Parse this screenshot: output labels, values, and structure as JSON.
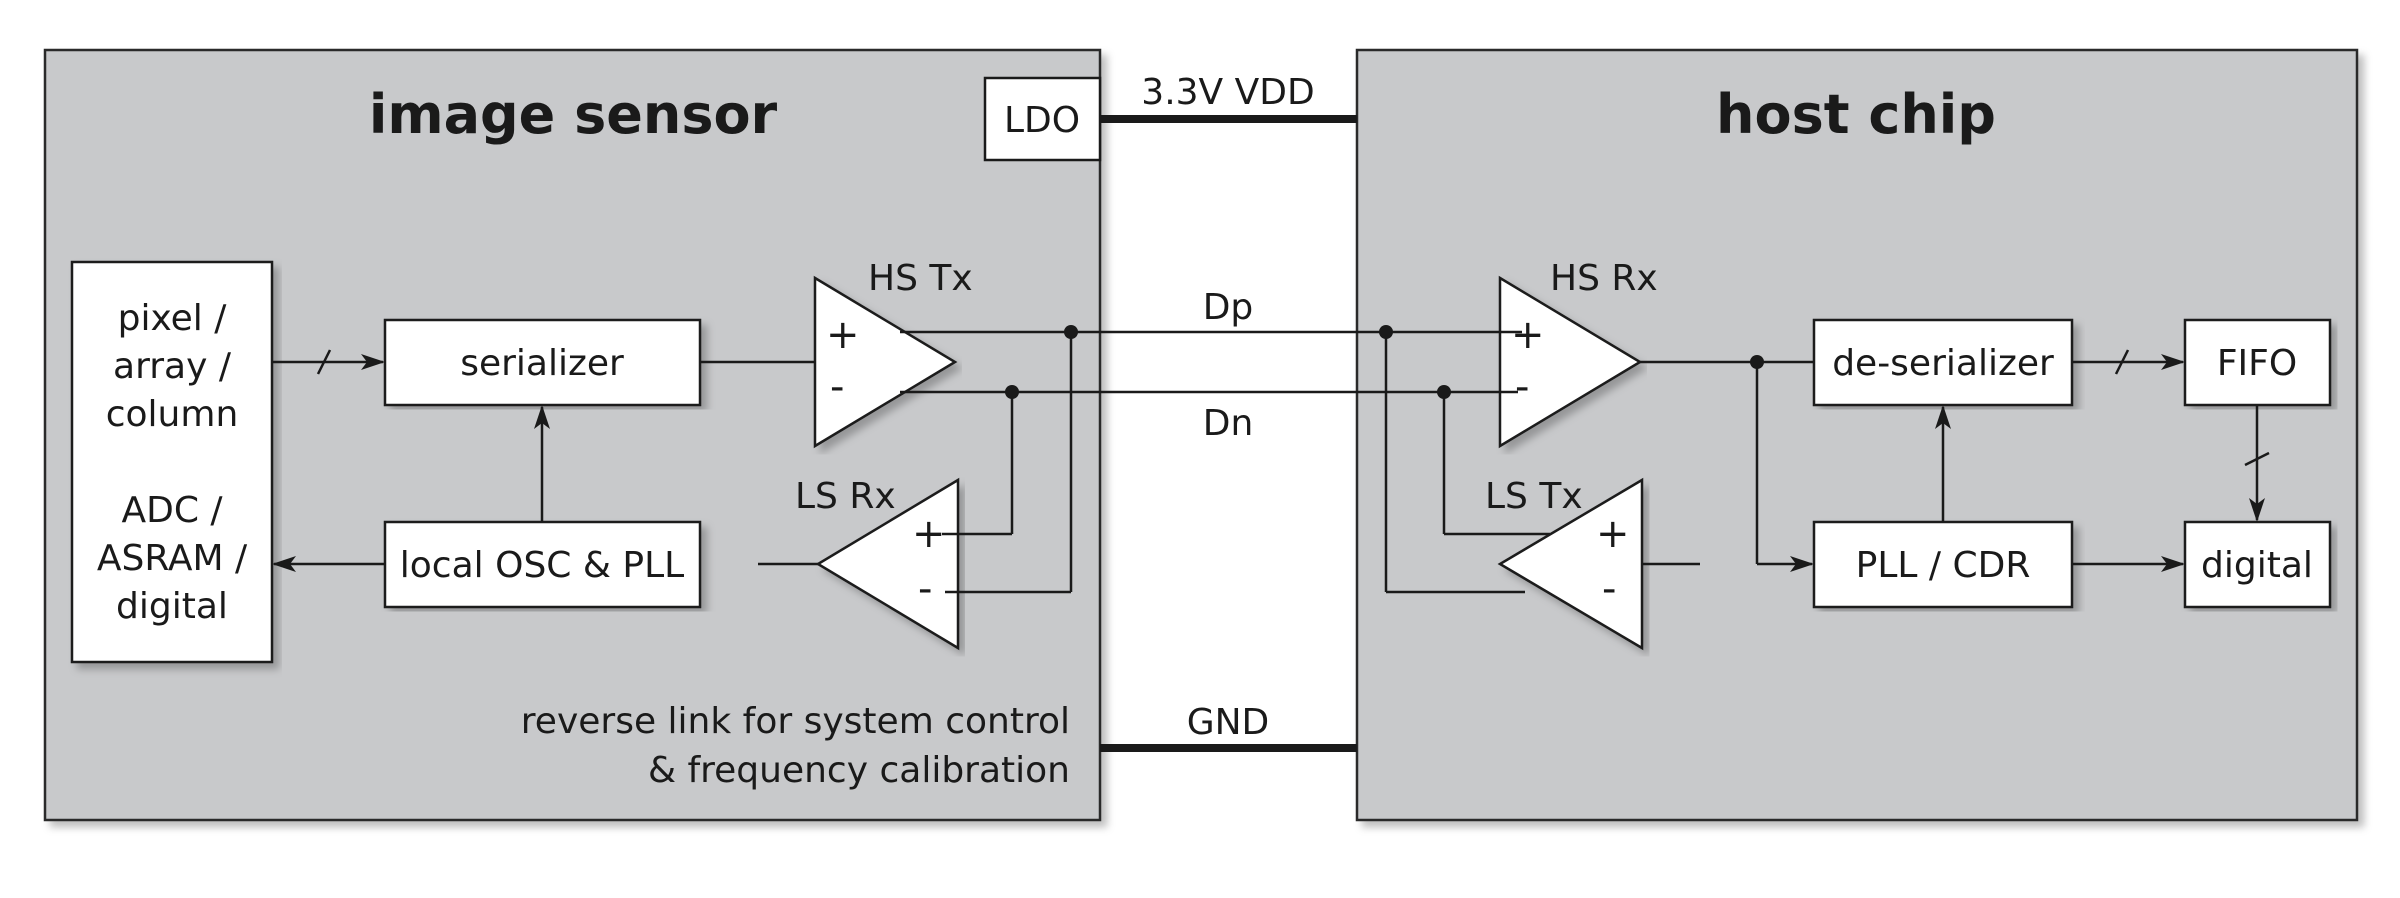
{
  "image_sensor": {
    "title": "image sensor",
    "ldo": "LDO",
    "pixel_block": [
      "pixel /",
      "array /",
      "column"
    ],
    "adc_block": [
      "ADC /",
      "ASRAM /",
      "digital"
    ],
    "serializer": "serializer",
    "osc_pll": "local OSC & PLL",
    "hs_tx": "HS Tx",
    "ls_rx": "LS Rx",
    "note": [
      "reverse link for system control",
      "& frequency calibration"
    ]
  },
  "link": {
    "vdd": "3.3V VDD",
    "dp": "Dp",
    "dn": "Dn",
    "gnd": "GND"
  },
  "host_chip": {
    "title": "host chip",
    "hs_rx": "HS Rx",
    "ls_tx": "LS Tx",
    "deserializer": "de-serializer",
    "pll_cdr": "PLL / CDR",
    "fifo": "FIFO",
    "digital": "digital"
  },
  "symbols": {
    "plus": "+",
    "minus": "-"
  },
  "colors": {
    "chip_fill": "#c8c9cb",
    "line": "#1a1a1a",
    "block_fill": "#ffffff"
  }
}
